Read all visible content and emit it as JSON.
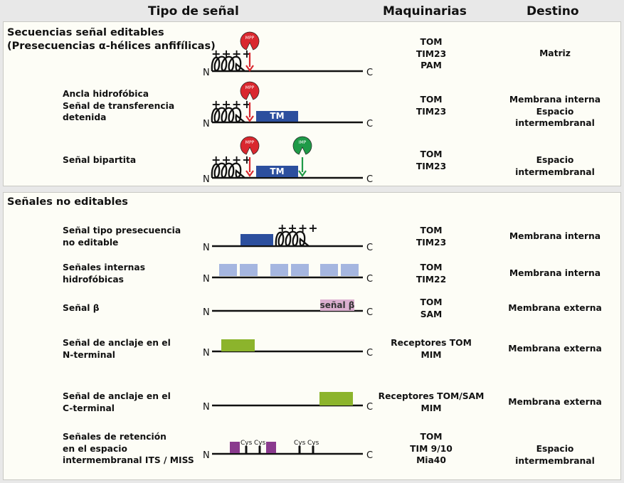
{
  "headers": {
    "signal": "Tipo de señal",
    "machinery": "Maquinarias",
    "destination": "Destino"
  },
  "section1": {
    "title": "Secuencias señal editables\n(Presecuencias α-hélices anfifílicas)"
  },
  "section2": {
    "title": "Señales no editables"
  },
  "rows": [
    {
      "id": "presequence",
      "label": "",
      "machinery": "TOM\nTIM23\nPAM",
      "destination": "Matriz"
    },
    {
      "id": "stop-transfer",
      "label": "Ancla hidrofóbica\nSeñal de transferencia\ndetenida",
      "machinery": "TOM\nTIM23",
      "destination": "Membrana interna\nEspacio intermembranal"
    },
    {
      "id": "bipartite",
      "label": "Señal bipartita",
      "machinery": "TOM\nTIM23",
      "destination": "Espacio intermembranal"
    },
    {
      "id": "non-cleavable-presequence",
      "label": "Señal tipo presecuencia\nno editable",
      "machinery": "TOM\nTIM23",
      "destination": "Membrana interna"
    },
    {
      "id": "internal-hydrophobic",
      "label": "Señales internas\nhidrofóbicas",
      "machinery": "TOM\nTIM22",
      "destination": "Membrana interna"
    },
    {
      "id": "beta-signal",
      "label": "Señal β",
      "machinery": "TOM\nSAM",
      "destination": "Membrana externa"
    },
    {
      "id": "n-anchor",
      "label": "Señal de anclaje en el\nN-terminal",
      "machinery": "Receptores TOM\nMIM",
      "destination": "Membrana externa"
    },
    {
      "id": "c-anchor",
      "label": "Señal de anclaje en el\nC-terminal",
      "machinery": "Receptores TOM/SAM\nMIM",
      "destination": "Membrana externa"
    },
    {
      "id": "its-miss",
      "label": "Señales de retención\nen el espacio\nintermembranal ITS / MISS",
      "machinery": "TOM\nTIM 9/10\nMia40",
      "destination": "Espacio intermembranal"
    }
  ],
  "glyphs": {
    "n_terminus": "N",
    "c_terminus": "C",
    "charges": "++++",
    "tm_label": "TM",
    "mpp_label": "MPP",
    "imp_label": "IMP",
    "beta_label": "señal β",
    "cys_label": "Cys"
  },
  "colors": {
    "mpp": "#d9282f",
    "imp": "#1f9a48",
    "tm": "#2c4f9e",
    "hydrophobic": "#a5b6e0",
    "beta": "#dcafd0",
    "anchor": "#8cb42c",
    "cys_box": "#8a3a8e",
    "arrow_red": "#d9282f",
    "arrow_green": "#1f9a48"
  }
}
